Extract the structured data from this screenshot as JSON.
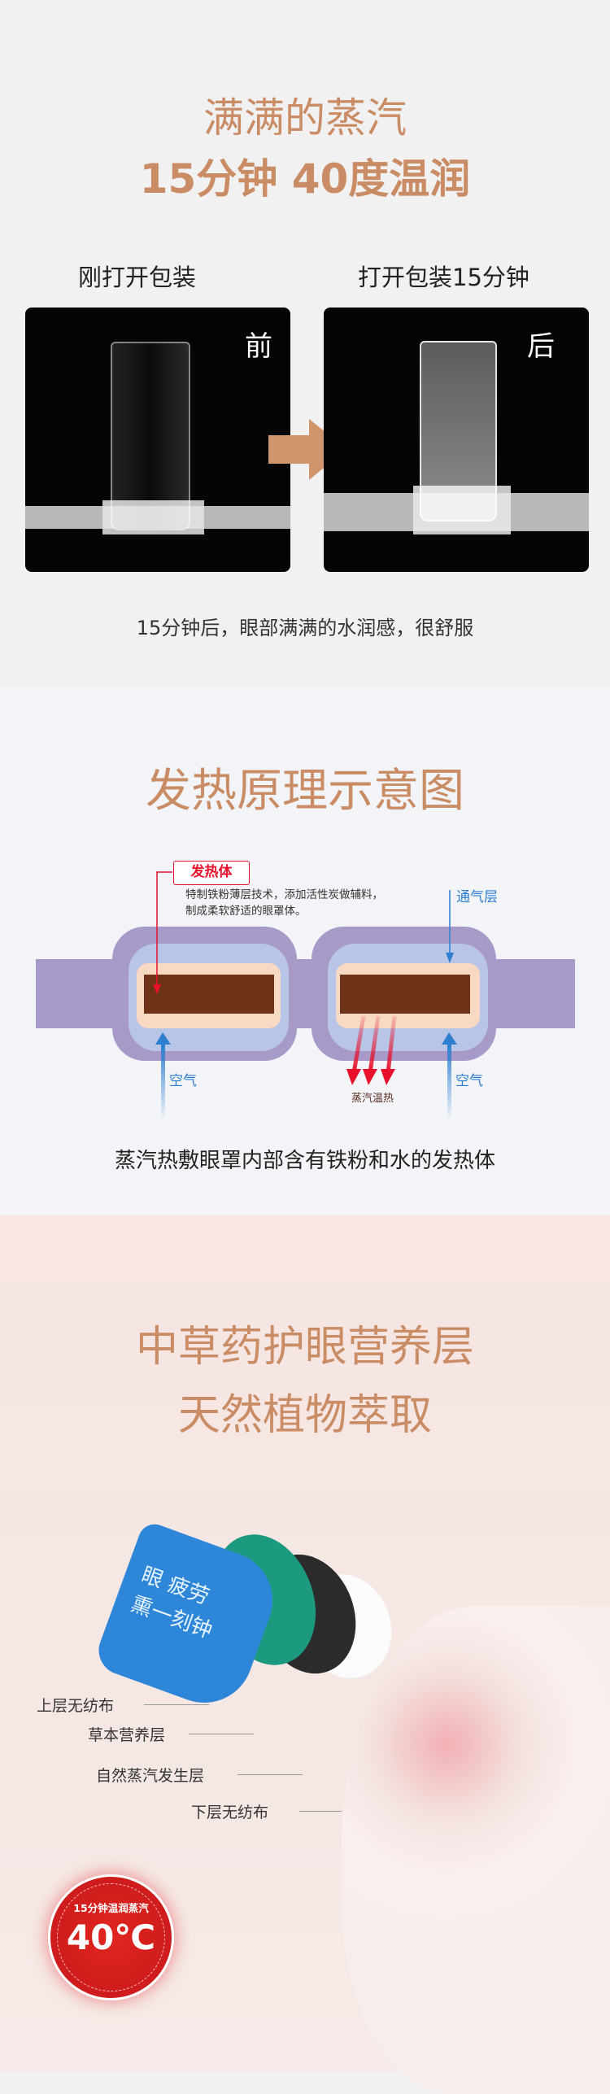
{
  "section1": {
    "title_line1": "满满的蒸汽",
    "title_line2": "15分钟 40度温润",
    "before_label": "刚打开包装",
    "after_label": "打开包装15分钟",
    "before_tag": "前",
    "after_tag": "后",
    "caption": "15分钟后，眼部满满的水润感，很舒服"
  },
  "section2": {
    "title": "发热原理示意图",
    "heater_label": "发热体",
    "heater_desc_line1": "特制铁粉薄层技术，添加活性炭做辅料，",
    "heater_desc_line2": "制成柔软舒适的眼罩体。",
    "vent_label": "通气层",
    "air_left": "空气",
    "air_right": "空气",
    "steam_label": "蒸汽温热",
    "caption": "蒸汽热敷眼罩内部含有铁粉和水的发热体"
  },
  "section3": {
    "title_line1": "中草药护眼营养层",
    "title_line2": "天然植物萃取",
    "mask_text_line1": "眼 疲劳",
    "mask_text_line2": "熏一刻钟",
    "layers": [
      "上层无纺布",
      "草本营养层",
      "自然蒸汽发生层",
      "下层无纺布"
    ],
    "badge_arc": "15分钟温润蒸汽",
    "badge_temp": "40℃"
  },
  "colors": {
    "accent": "#c98c64",
    "badge": "#d4201e",
    "diagram_purple": "#a79ac8",
    "diagram_brown": "#6e3219",
    "air_blue": "#2e7fd0"
  }
}
